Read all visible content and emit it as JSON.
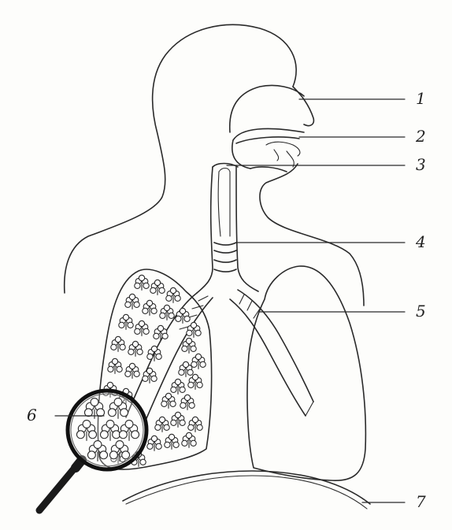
{
  "labels": [
    {
      "text": "1"
    },
    {
      "text": "2"
    },
    {
      "text": "3"
    },
    {
      "text": "4"
    },
    {
      "text": "5"
    },
    {
      "text": "6"
    },
    {
      "text": "7"
    }
  ],
  "colors": {
    "ink": "#2a2a2a",
    "paper": "#fdfdfb",
    "magnifier_handle": "#1a1a1a"
  }
}
